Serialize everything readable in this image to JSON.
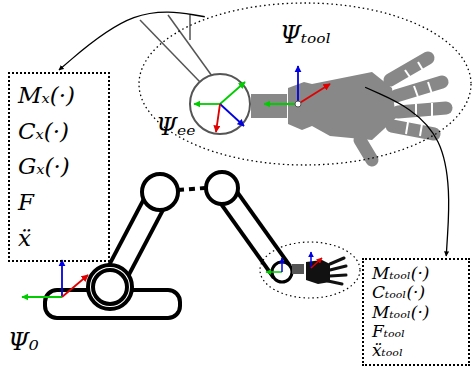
{
  "diagram": {
    "nodes": [
      {
        "text": [
          "Mₓ(·)",
          "Cₓ(·)",
          "Gₓ(·)",
          "F",
          "ẍ"
        ]
      },
      {
        "text": [
          "Ψₜₒₒₗ",
          "Ψₑₑ"
        ]
      },
      {
        "text": [
          "Mₜₒₒₗ(·)",
          "Cₜₒₒₗ(·)",
          "Mₜₒₒₗ(·)",
          "Fₜₒₒₗ",
          "ẍₜₒₒₗ"
        ]
      }
    ],
    "edges": [
      {
        "from": 1,
        "to": 0,
        "arrow": "to"
      },
      {
        "from": 1,
        "to": 2,
        "arrow": "to"
      }
    ],
    "labels": [
      "Ψ₀"
    ]
  }
}
